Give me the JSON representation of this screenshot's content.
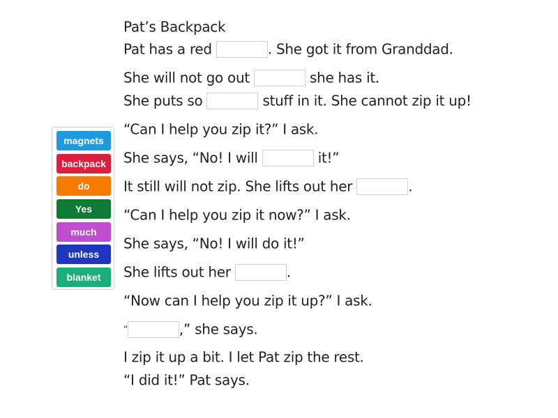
{
  "title": "Pat’s Backpack",
  "word_bank": {
    "tiles": [
      {
        "label": "magnets",
        "color": "#1e9be0"
      },
      {
        "label": "backpack",
        "color": "#dc1f3c"
      },
      {
        "label": "do",
        "color": "#f57c00"
      },
      {
        "label": "Yes",
        "color": "#0f7a35"
      },
      {
        "label": "much",
        "color": "#c04cd0"
      },
      {
        "label": "unless",
        "color": "#1f36c0"
      },
      {
        "label": "blanket",
        "color": "#1aaf7a"
      }
    ]
  },
  "story": {
    "l1": {
      "a": "Pat has a red",
      "b": ". She got it from Granddad."
    },
    "l2": {
      "a": "She will not go out",
      "b": "she has it."
    },
    "l3": {
      "a": "She puts so",
      "b": "stuff in it. She cannot zip it up!"
    },
    "l4": {
      "a": "“Can I help you zip it?” I ask."
    },
    "l5": {
      "a": "She says, “No! I will",
      "b": "it!”"
    },
    "l6": {
      "a": "It still will not zip. She lifts out her",
      "b": "."
    },
    "l7": {
      "a": "“Can I help you zip it now?” I ask."
    },
    "l8": {
      "a": "She says, “No! I will do it!”"
    },
    "l9": {
      "a": "She lifts out her",
      "b": "."
    },
    "l10": {
      "a": "“Now can I help you zip it up?” I ask."
    },
    "l11": {
      "a": "“",
      "b": ",” she says."
    },
    "l12": {
      "a": "I zip it up a bit. I let Pat zip the rest."
    },
    "l13": {
      "a": "“I did it!” Pat says."
    }
  }
}
